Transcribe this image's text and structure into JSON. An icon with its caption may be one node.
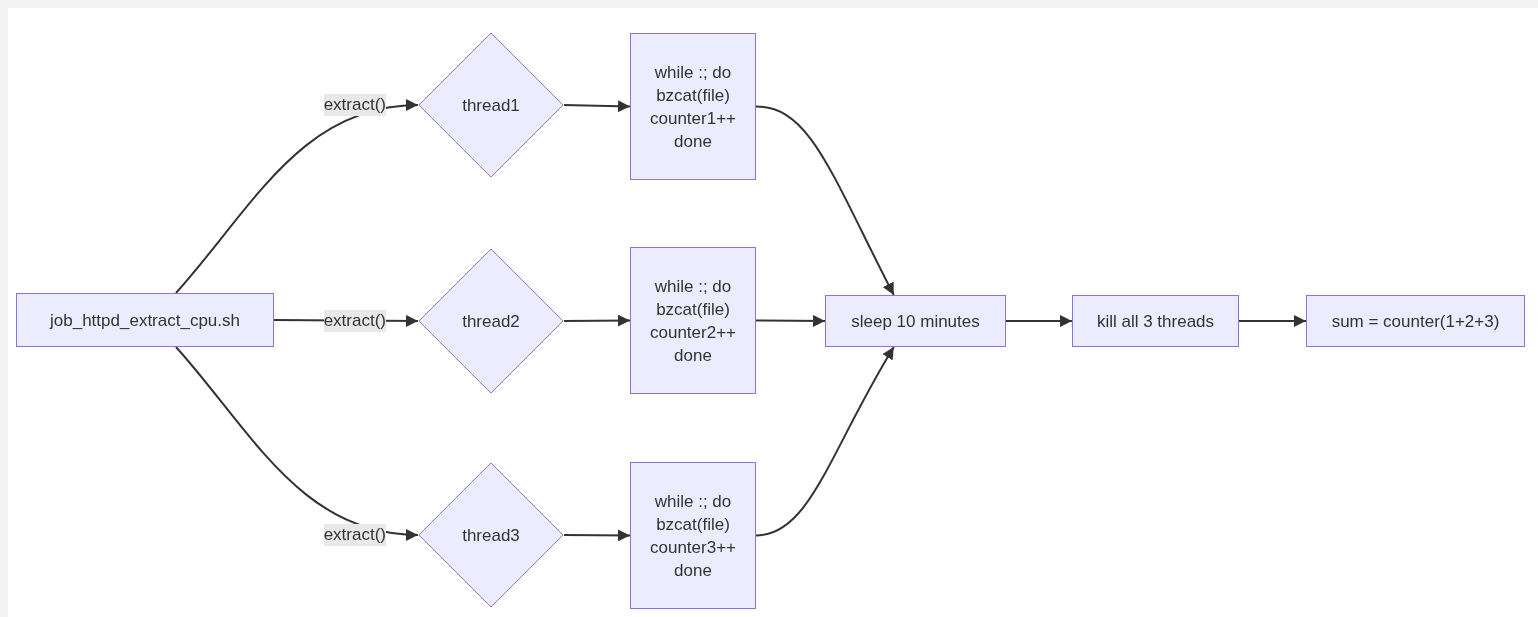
{
  "diagram": {
    "nodes": [
      {
        "text": [
          "job_httpd_extract_cpu.sh"
        ]
      },
      {
        "text": [
          "thread1"
        ]
      },
      {
        "text": [
          "while :; do bzcat(file) counter1++ done"
        ]
      },
      {
        "text": [
          "thread2"
        ]
      },
      {
        "text": [
          "while :; do bzcat(file) counter2++ done"
        ]
      },
      {
        "text": [
          "thread3"
        ]
      },
      {
        "text": [
          "while :; do bzcat(file) counter3++ done"
        ]
      },
      {
        "text": [
          "sleep 10 minutes"
        ]
      },
      {
        "text": [
          "kill all 3 threads"
        ]
      },
      {
        "text": [
          "sum = counter(1+2+3)"
        ]
      }
    ],
    "edges": [
      {
        "from": 0,
        "to": 1,
        "arrow": "to",
        "label": "extract()"
      },
      {
        "from": 0,
        "to": 3,
        "arrow": "to",
        "label": "extract()"
      },
      {
        "from": 0,
        "to": 5,
        "arrow": "to",
        "label": "extract()"
      },
      {
        "from": 1,
        "to": 2,
        "arrow": "to"
      },
      {
        "from": 3,
        "to": 4,
        "arrow": "to"
      },
      {
        "from": 5,
        "to": 6,
        "arrow": "to"
      },
      {
        "from": 2,
        "to": 7,
        "arrow": "to"
      },
      {
        "from": 4,
        "to": 7,
        "arrow": "to"
      },
      {
        "from": 6,
        "to": 7,
        "arrow": "to"
      },
      {
        "from": 7,
        "to": 8,
        "arrow": "to"
      },
      {
        "from": 8,
        "to": 9,
        "arrow": "to"
      }
    ]
  }
}
